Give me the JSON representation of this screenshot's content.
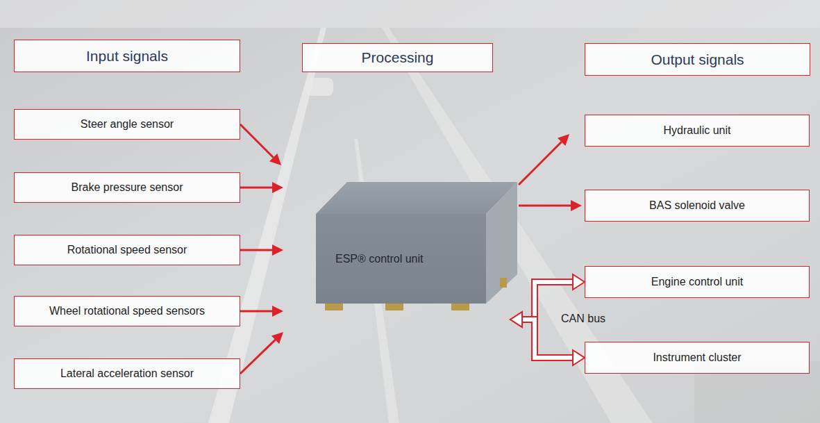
{
  "diagram": {
    "nodes": [
      {
        "text": [
          "Input signals"
        ]
      },
      {
        "text": [
          "Processing"
        ]
      },
      {
        "text": [
          "Output signals"
        ]
      },
      {
        "text": [
          "Steer angle sensor"
        ]
      },
      {
        "text": [
          "Brake pressure sensor"
        ]
      },
      {
        "text": [
          "Rotational speed sensor"
        ]
      },
      {
        "text": [
          "Wheel rotational speed sensors"
        ]
      },
      {
        "text": [
          "Lateral acceleration sensor"
        ]
      },
      {
        "text": [
          "ESP® control unit"
        ]
      },
      {
        "text": [
          "Hydraulic unit"
        ]
      },
      {
        "text": [
          "BAS solenoid valve"
        ]
      },
      {
        "text": [
          "Engine control unit"
        ]
      },
      {
        "text": [
          "Instrument cluster"
        ]
      }
    ],
    "edges": [
      {
        "from": 3,
        "to": 8,
        "arrow": "to"
      },
      {
        "from": 4,
        "to": 8,
        "arrow": "to"
      },
      {
        "from": 5,
        "to": 8,
        "arrow": "to"
      },
      {
        "from": 6,
        "to": 8,
        "arrow": "to"
      },
      {
        "from": 7,
        "to": 8,
        "arrow": "to"
      },
      {
        "from": 8,
        "to": 9,
        "arrow": "to"
      },
      {
        "from": 8,
        "to": 10,
        "arrow": "to"
      },
      {
        "from": 8,
        "to": 11,
        "arrow": "both"
      },
      {
        "from": 8,
        "to": 12,
        "arrow": "both"
      }
    ],
    "labels": [
      "CAN bus"
    ]
  }
}
